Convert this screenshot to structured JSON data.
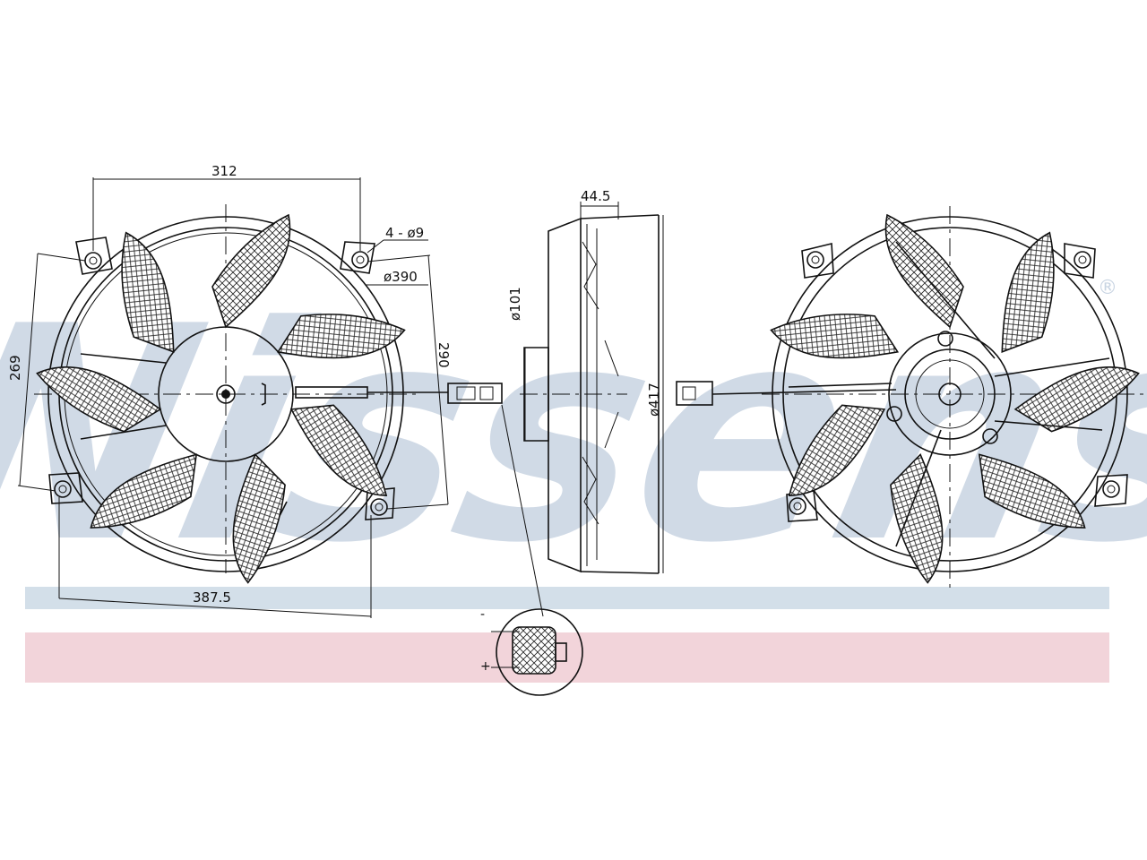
{
  "watermark": {
    "text": "Nissens",
    "trademark": "®",
    "color": "#c8d4e2"
  },
  "bands": {
    "blue": "#d3dfe9",
    "pink": "#f2d4da"
  },
  "front_view": {
    "dim_bolt_spacing_top": "312",
    "dim_holes": "4 - ø9",
    "dim_diameter": "ø390",
    "dim_vertical_left": "269",
    "dim_vertical_right": "290",
    "dim_bolt_spacing_bottom": "387.5"
  },
  "side_view": {
    "dim_depth": "44.5",
    "dim_motor_diameter": "ø101",
    "dim_overall_diameter": "ø417"
  },
  "connector_detail": {
    "minus_label": "-",
    "plus_label": "+"
  }
}
